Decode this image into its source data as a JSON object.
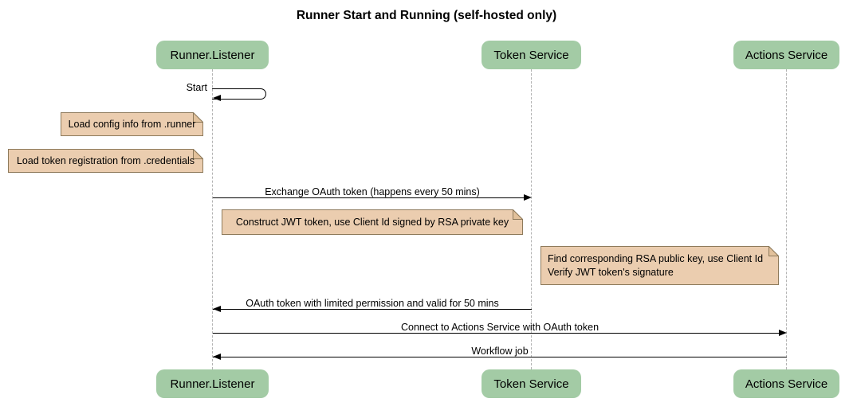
{
  "title": "Runner Start and Running (self-hosted only)",
  "diagram_type": "sequence",
  "actors": [
    {
      "name": "Runner.Listener"
    },
    {
      "name": "Token Service"
    },
    {
      "name": "Actions Service"
    }
  ],
  "messages": [
    {
      "label": "Start",
      "from": "Runner.Listener",
      "to": "Runner.Listener",
      "type": "self"
    },
    {
      "label": "Exchange OAuth token (happens every 50 mins)",
      "from": "Runner.Listener",
      "to": "Token Service",
      "type": "solid-arrow"
    },
    {
      "label": "OAuth token with limited permission and valid for 50 mins",
      "from": "Token Service",
      "to": "Runner.Listener",
      "type": "solid-arrow"
    },
    {
      "label": "Connect to Actions Service with OAuth token",
      "from": "Runner.Listener",
      "to": "Actions Service",
      "type": "solid-arrow"
    },
    {
      "label": "Workflow job",
      "from": "Actions Service",
      "to": "Runner.Listener",
      "type": "solid-arrow"
    }
  ],
  "notes": [
    {
      "text": "Load config info from .runner",
      "position": "left of Runner.Listener"
    },
    {
      "text": "Load token registration from .credentials",
      "position": "left of Runner.Listener"
    },
    {
      "text": "Construct JWT token, use Client Id signed by RSA private key",
      "position": "over Runner.Listener and Token Service"
    },
    {
      "text": "Find corresponding RSA public key, use Client Id\nVerify JWT token's signature",
      "position": "over Token Service and Actions Service"
    }
  ],
  "colors": {
    "background": "#FFFFFF",
    "actor_fill": "#A3CBA5",
    "note_fill": "#EBCDAF",
    "note_fold": "#E2C19B",
    "note_border": "#8E7A5B",
    "lifeline": "#B3B3B3",
    "arrow": "#000000",
    "text": "#000000"
  }
}
